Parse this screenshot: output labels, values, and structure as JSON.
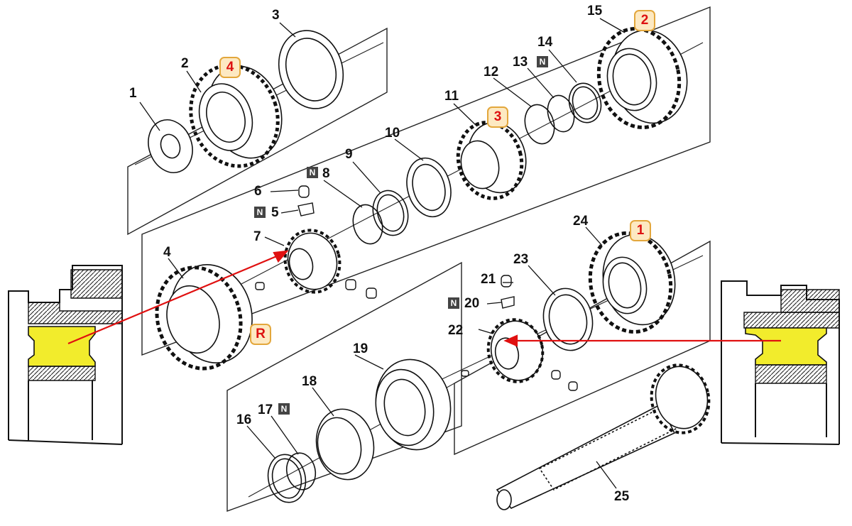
{
  "callouts": {
    "c1": "1",
    "c2": "2",
    "c3": "3",
    "c4": "4",
    "c5": "5",
    "c6": "6",
    "c7": "7",
    "c8": "8",
    "c9": "9",
    "c10": "10",
    "c11": "11",
    "c12": "12",
    "c13": "13",
    "c14": "14",
    "c15": "15",
    "c16": "16",
    "c17": "17",
    "c18": "18",
    "c19": "19",
    "c20": "20",
    "c21": "21",
    "c22": "22",
    "c23": "23",
    "c24": "24",
    "c25": "25"
  },
  "gear_badges": {
    "first": "1",
    "second": "2",
    "third": "3",
    "fourth": "4",
    "reverse": "R"
  },
  "new_part_marker": "N",
  "colors": {
    "badge_text": "#dd1111",
    "badge_fill": "#fde9c2",
    "badge_border": "#e3a73c",
    "arrow": "#e01010",
    "highlight": "#f2ec2c",
    "linework": "#111111"
  }
}
